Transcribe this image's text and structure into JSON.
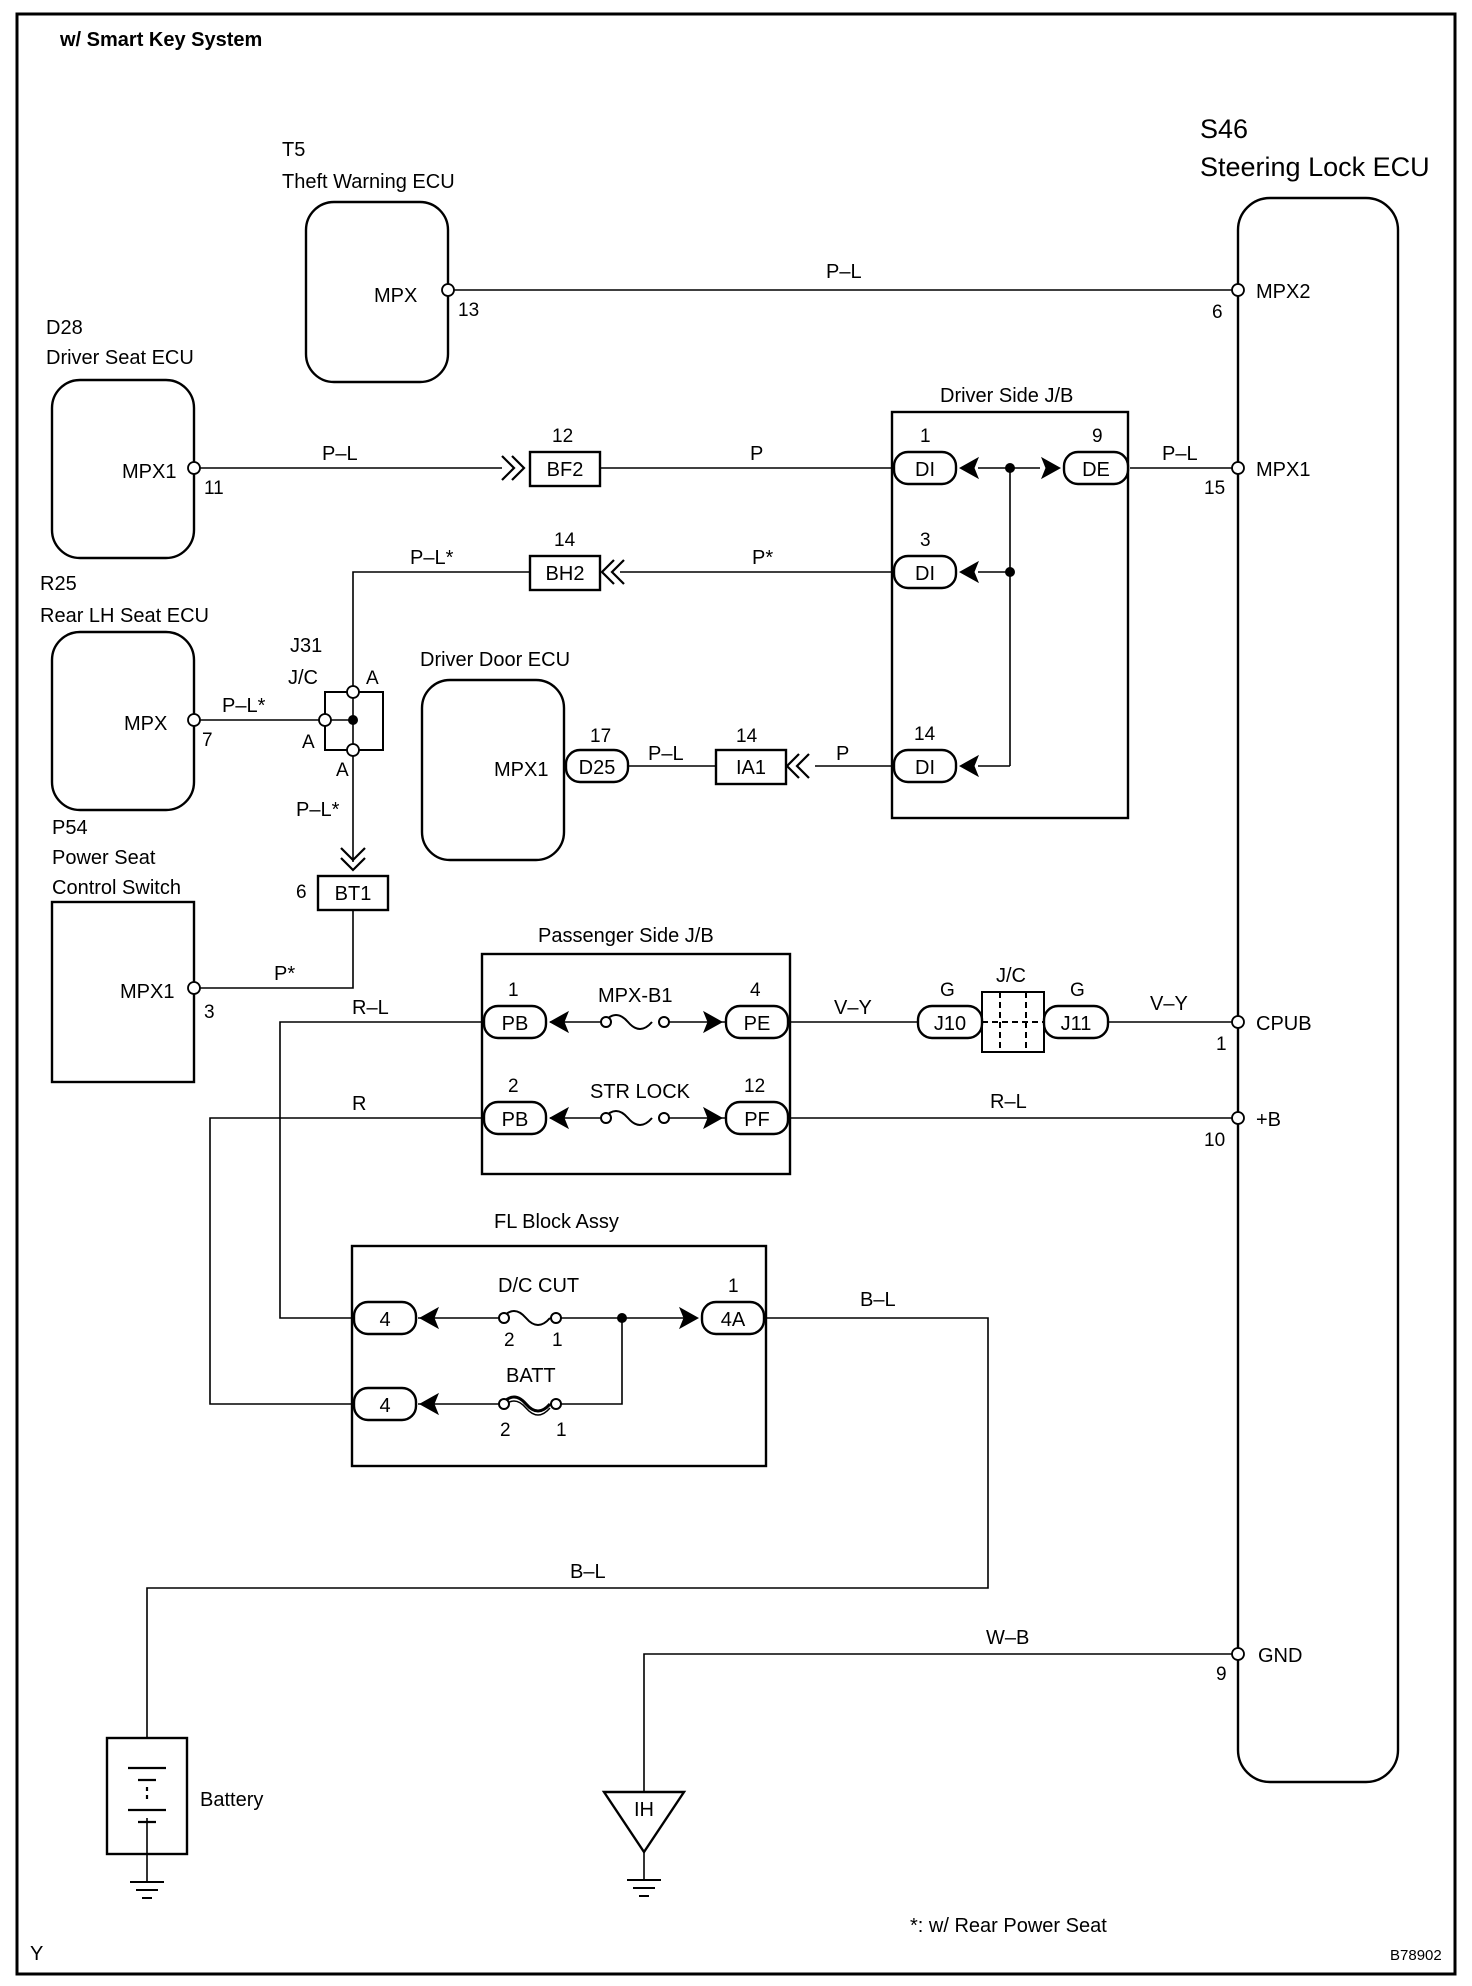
{
  "header": {
    "title": "w/ Smart Key System"
  },
  "footer": {
    "corner_left": "Y",
    "doc_code": "B78902",
    "note": "*: w/ Rear Power Seat"
  },
  "components": {
    "s46": {
      "code": "S46",
      "name": "Steering Lock ECU",
      "pins": {
        "mpx2": {
          "num": "6",
          "label": "MPX2"
        },
        "mpx1": {
          "num": "15",
          "label": "MPX1"
        },
        "cpub": {
          "num": "1",
          "label": "CPUB"
        },
        "plusb": {
          "num": "10",
          "label": "+B"
        },
        "gnd": {
          "num": "9",
          "label": "GND"
        }
      }
    },
    "t5": {
      "code": "T5",
      "name": "Theft Warning ECU",
      "pin_label": "MPX",
      "pin_num": "13"
    },
    "d28": {
      "code": "D28",
      "name": "Driver Seat ECU",
      "pin_label": "MPX1",
      "pin_num": "11"
    },
    "r25": {
      "code": "R25",
      "name": "Rear LH Seat ECU",
      "pin_label": "MPX",
      "pin_num": "7"
    },
    "p54": {
      "code": "P54",
      "name_line1": "Power Seat",
      "name_line2": "Control Switch",
      "pin_label": "MPX1",
      "pin_num": "3"
    },
    "door": {
      "name": "Driver Door ECU",
      "pin_label": "MPX1",
      "connector": "D25",
      "pin_num": "17"
    },
    "j31": {
      "code": "J31",
      "name": "J/C",
      "pin_top": "A",
      "pin_left": "A",
      "pin_bottom": "A"
    },
    "battery": {
      "name": "Battery"
    },
    "ground_ih": {
      "label": "IH"
    }
  },
  "driver_jb": {
    "title": "Driver Side J/B",
    "conns": [
      {
        "label": "DI",
        "pin": "1"
      },
      {
        "label": "DE",
        "pin": "9"
      },
      {
        "label": "DI",
        "pin": "3"
      },
      {
        "label": "DI",
        "pin": "14"
      }
    ]
  },
  "passenger_jb": {
    "title": "Passenger Side J/B",
    "fuse1": "MPX-B1",
    "fuse2": "STR LOCK",
    "conns": [
      {
        "label": "PB",
        "pin": "1"
      },
      {
        "label": "PE",
        "pin": "4"
      },
      {
        "label": "PB",
        "pin": "2"
      },
      {
        "label": "PF",
        "pin": "12"
      }
    ]
  },
  "fl_block": {
    "title": "FL Block Assy",
    "fuse1": "D/C CUT",
    "fuse2": "BATT",
    "fuse1_pins": [
      "2",
      "1"
    ],
    "fuse2_pins": [
      "2",
      "1"
    ],
    "conns": [
      {
        "label": "4"
      },
      {
        "label": "4A",
        "pin": "1"
      },
      {
        "label": "4"
      }
    ]
  },
  "jc_right": {
    "name": "J/C",
    "left_conn": "J10",
    "right_conn": "J11",
    "left_pin": "G",
    "right_pin": "G"
  },
  "inline_connectors": {
    "bf2": {
      "label": "BF2",
      "pin": "12"
    },
    "bh2": {
      "label": "BH2",
      "pin": "14"
    },
    "ia1": {
      "label": "IA1",
      "pin": "14"
    },
    "bt1": {
      "label": "BT1",
      "pin": "6"
    }
  },
  "wires": {
    "t5_s46": "P–L",
    "d28_bf2": "P–L",
    "bf2_jb": "P",
    "de_s46": "P–L",
    "j31_bh2": "P–L*",
    "bh2_jb": "P*",
    "r25_j31": "P–L*",
    "d25_ia1": "P–L",
    "ia1_jb": "P",
    "j31_bt1": "P–L*",
    "bt1_p54": "P*",
    "pb1_left": "R–L",
    "pe_j10": "V–Y",
    "j11_cpub": "V–Y",
    "pb2_left": "R",
    "pf_plusb": "R–L",
    "fl_4a_out": "B–L",
    "battery_wire": "B–L",
    "gnd_wire": "W–B"
  }
}
